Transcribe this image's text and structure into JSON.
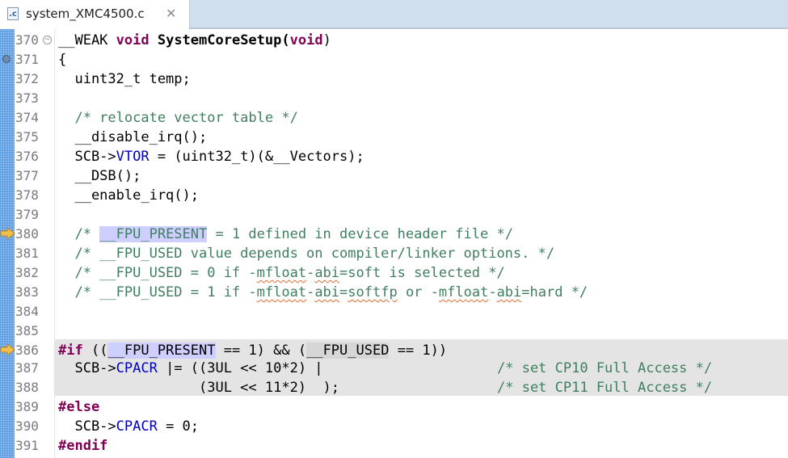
{
  "tab": {
    "icon": "c-file-icon",
    "icon_text": ".c",
    "label": "system_XMC4500.c",
    "close_glyph": "✕"
  },
  "editor": {
    "lines": [
      {
        "num": "370",
        "text": "__WEAK void SystemCoreSetup(void)"
      },
      {
        "num": "371",
        "text": "{"
      },
      {
        "num": "372",
        "text": "  uint32_t temp;"
      },
      {
        "num": "373",
        "text": ""
      },
      {
        "num": "374",
        "text": "  /* relocate vector table */"
      },
      {
        "num": "375",
        "text": "  __disable_irq();"
      },
      {
        "num": "376",
        "text": "  SCB->VTOR = (uint32_t)(&__Vectors);"
      },
      {
        "num": "377",
        "text": "  __DSB();"
      },
      {
        "num": "378",
        "text": "  __enable_irq();"
      },
      {
        "num": "379",
        "text": ""
      },
      {
        "num": "380",
        "text": "  /* __FPU_PRESENT = 1 defined in device header file */"
      },
      {
        "num": "381",
        "text": "  /* __FPU_USED value depends on compiler/linker options. */"
      },
      {
        "num": "382",
        "text": "  /* __FPU_USED = 0 if -mfloat-abi=soft is selected */"
      },
      {
        "num": "383",
        "text": "  /* __FPU_USED = 1 if -mfloat-abi=softfp or -mfloat-abi=hard */"
      },
      {
        "num": "384",
        "text": ""
      },
      {
        "num": "385",
        "text": ""
      },
      {
        "num": "386",
        "text": "#if ((__FPU_PRESENT == 1) && (__FPU_USED == 1))"
      },
      {
        "num": "387",
        "text": "  SCB->CPACR |= ((3UL << 10*2) |                  /* set CP10 Full Access */"
      },
      {
        "num": "388",
        "text": "                 (3UL << 11*2)  );                /* set CP11 Full Access */"
      },
      {
        "num": "389",
        "text": "#else"
      },
      {
        "num": "390",
        "text": "  SCB->CPACR = 0;"
      },
      {
        "num": "391",
        "text": "#endif"
      }
    ],
    "t": {
      "weak": "__WEAK ",
      "void": "void",
      "fn": " SystemCoreSetup(",
      "close_paren": ")",
      "brace": "{",
      "l372": "  uint32_t temp;",
      "l374": "  /* relocate vector table */",
      "l375": "  __disable_irq();",
      "l376a": "  SCB->",
      "vtor": "VTOR",
      "l376b": " = (uint32_t)(&__Vectors);",
      "l377": "  __DSB();",
      "l378": "  __enable_irq();",
      "l380a": "  /* ",
      "fpu_present": "__FPU_PRESENT",
      "l380b": " = 1 defined in device header file */",
      "l381": "  /* __FPU_USED value depends on compiler/linker options. */",
      "l382a": "  /* __FPU_USED = 0 if -",
      "mfloat": "mfloat",
      "dash": "-",
      "abi": "abi",
      "l382b": "=soft is selected */",
      "l383a": "  /* __FPU_USED = 1 if -",
      "l383b": "=",
      "softfp": "softfp",
      "l383c": " or -",
      "l383d": "=hard */",
      "if": "#if",
      "l386a": " ((",
      "l386b": " == 1) && (",
      "fpu_used": "__FPU_USED",
      "l386c": " == 1))",
      "l387a": "  SCB->",
      "cpacr": "CPACR",
      "l387b": " |= ((3UL << 10*2) |",
      "l387c": "/* set CP10 Full Access */",
      "l388a": "                 (3UL << 11*2)  );",
      "l388c": "/* set CP11 Full Access */",
      "else": "#else",
      "l390b": " = 0;",
      "endif": "#endif"
    }
  },
  "gutter_markers": {
    "fold_line": "370",
    "override_line": "371",
    "arrow_lines": [
      "380",
      "386"
    ]
  },
  "colors": {
    "keyword": "#7f0055",
    "comment": "#3f7f5f",
    "field": "#0000c0",
    "occurrence_highlight": "#cfcfff",
    "inactive_code_bg": "#e4e4e4",
    "overview_ruler": "#5b9be0",
    "tabbar_bg": "#d0dfee"
  }
}
